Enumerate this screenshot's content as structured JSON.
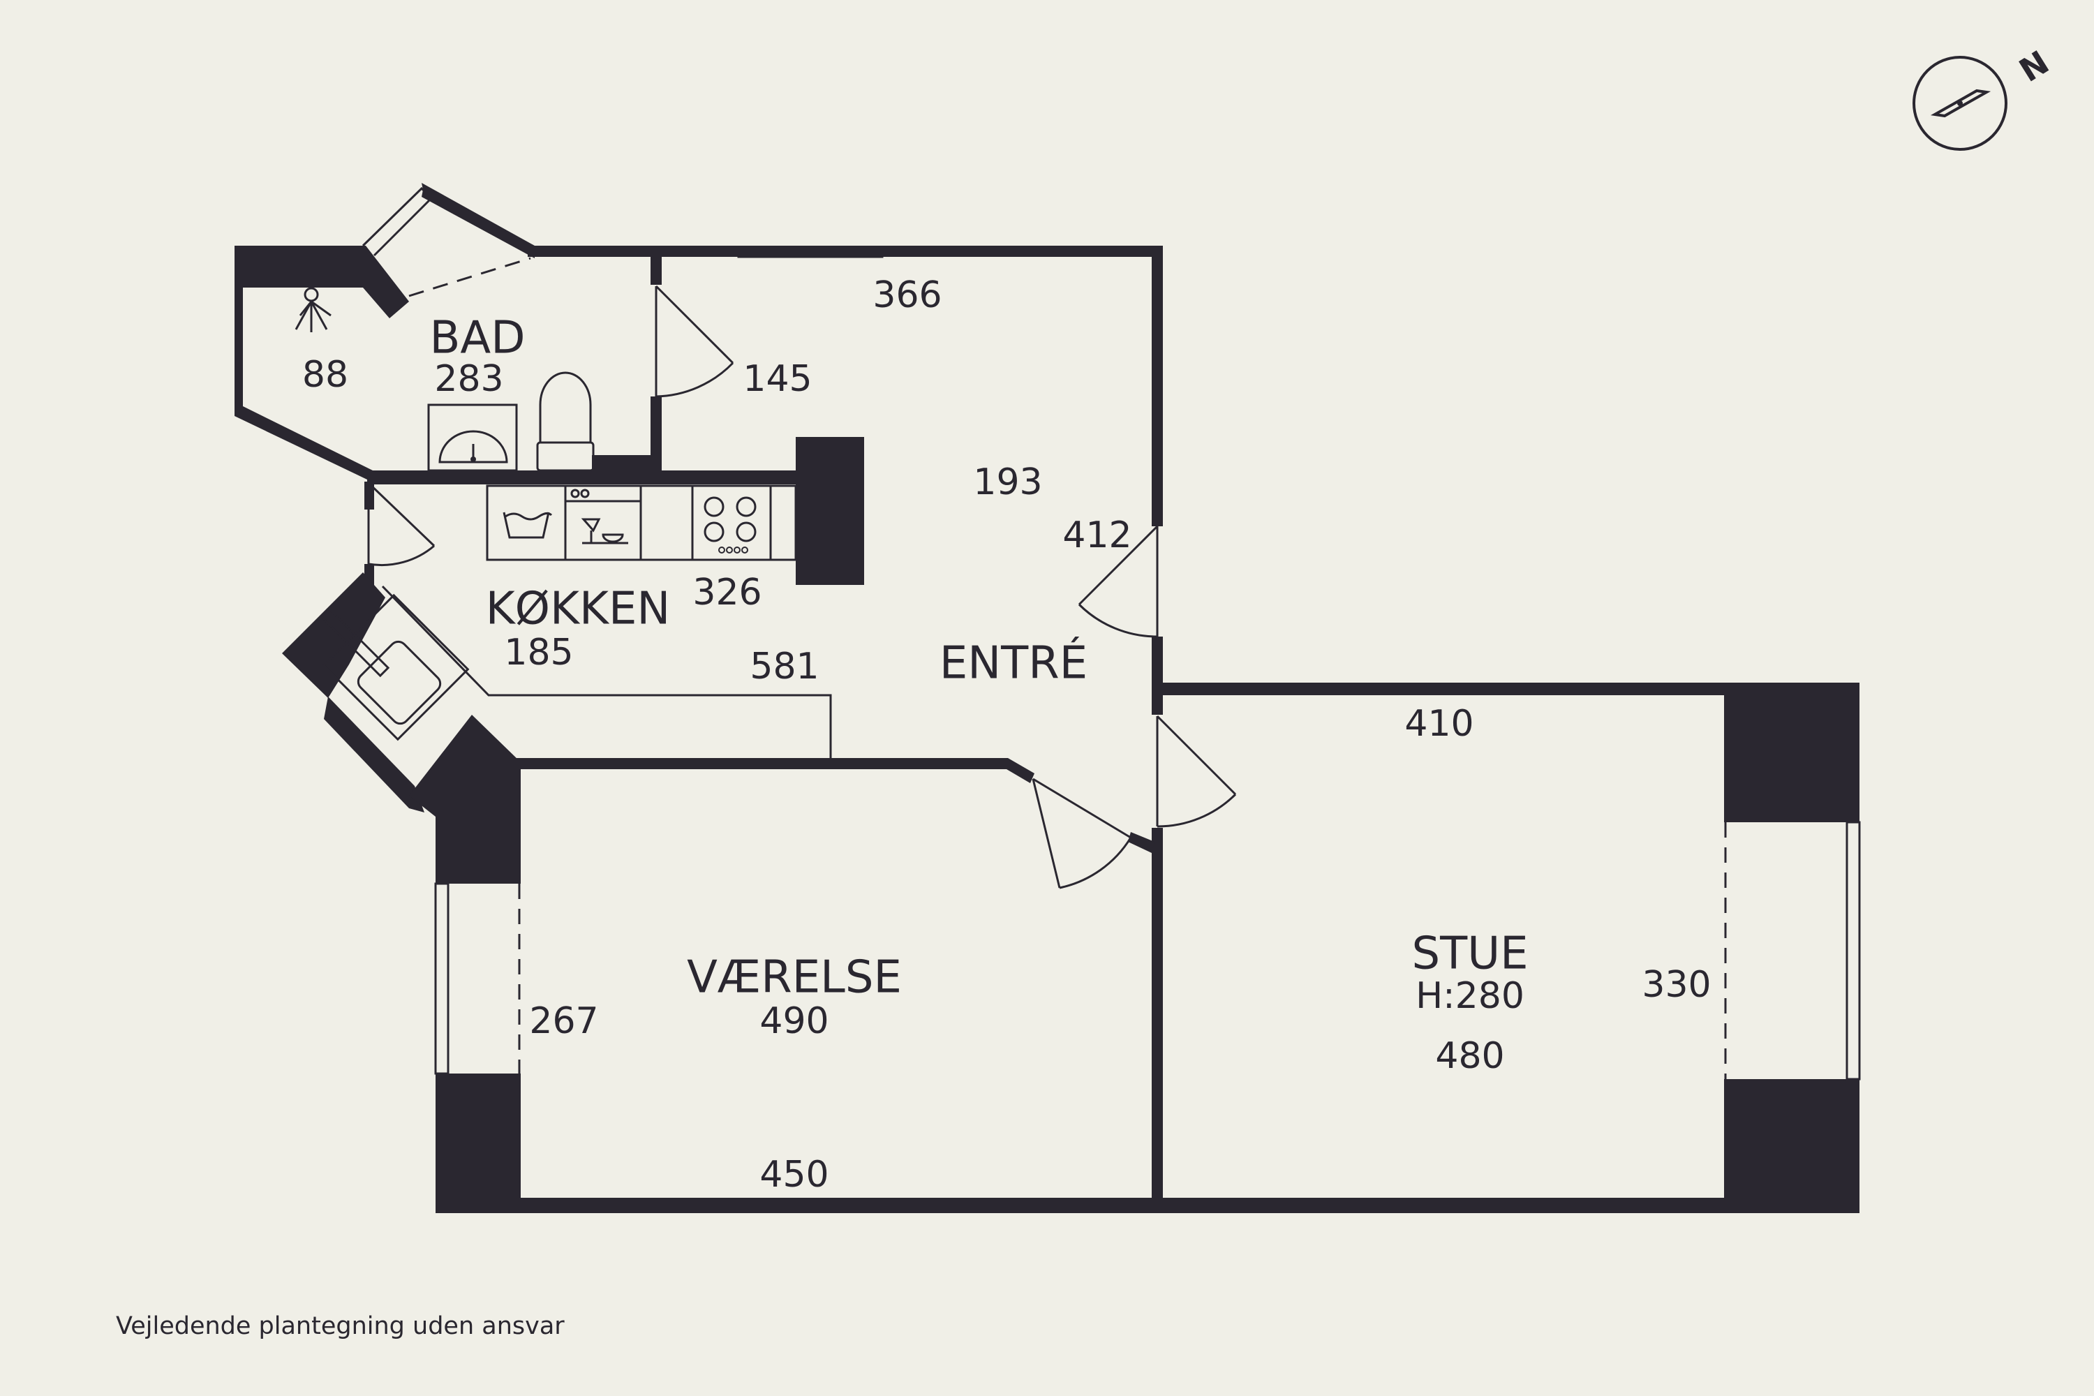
{
  "compass": {
    "label": "N"
  },
  "rooms": {
    "bad": {
      "name": "BAD",
      "dims": [
        "88",
        "283"
      ]
    },
    "entre": {
      "name": "ENTRÉ",
      "dims": [
        "366",
        "145",
        "193",
        "412",
        "581"
      ]
    },
    "kokken": {
      "name": "KØKKEN",
      "dims": [
        "185",
        "326"
      ]
    },
    "vaerelse": {
      "name": "VÆRELSE",
      "dims": [
        "490",
        "267",
        "450"
      ]
    },
    "stue": {
      "name": "STUE",
      "height": "H:280",
      "dims": [
        "480",
        "410",
        "330"
      ]
    }
  },
  "disclaimer": "Vejledende plantegning uden ansvar",
  "colors": {
    "background": "#f0efe7",
    "wall": "#2a2730"
  }
}
